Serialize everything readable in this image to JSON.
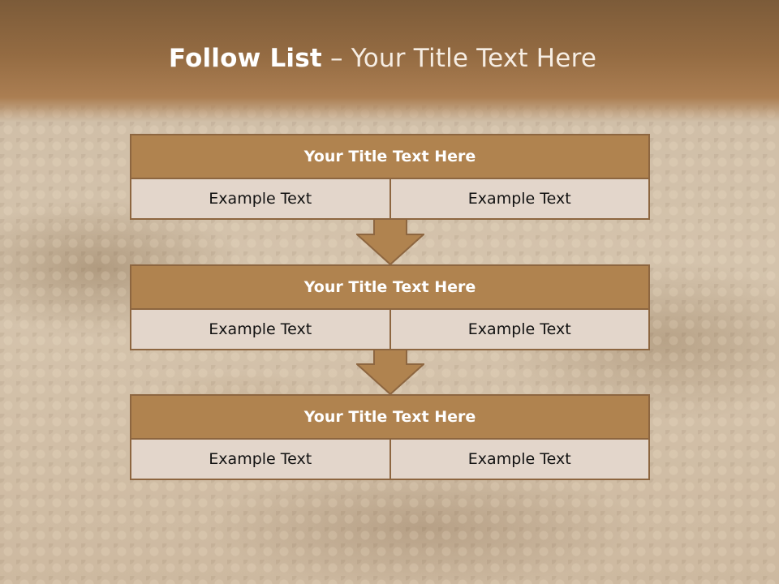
{
  "slide": {
    "title_bold": "Follow List",
    "title_rest": " – Your Title Text Here"
  },
  "blocks": [
    {
      "title": "Your Title Text Here",
      "left": "Example Text",
      "right": "Example Text"
    },
    {
      "title": "Your Title Text Here",
      "left": "Example Text",
      "right": "Example Text"
    },
    {
      "title": "Your Title Text Here",
      "left": "Example Text",
      "right": "Example Text"
    }
  ],
  "colors": {
    "header": "#946b42",
    "block_title": "#b0834f",
    "block_border": "#8d6640",
    "cell_fill": "#e3d6cb"
  },
  "icons": [
    "down-arrow-icon",
    "down-arrow-icon"
  ]
}
